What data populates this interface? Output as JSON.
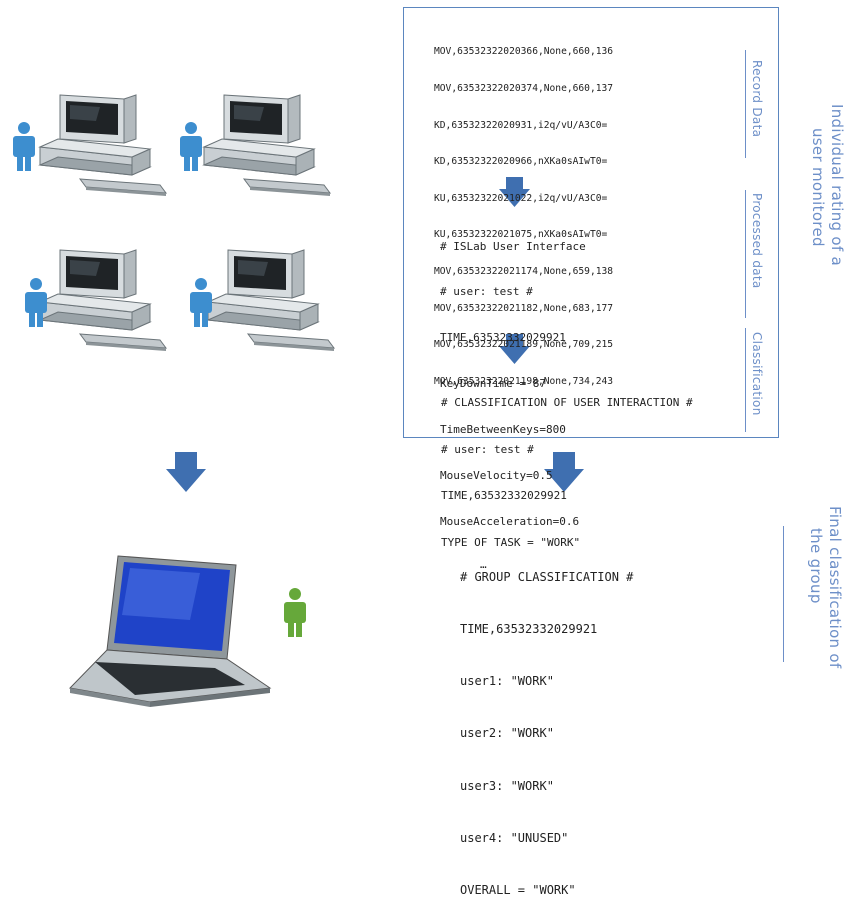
{
  "record_data": {
    "label": "Record Data",
    "lines": [
      "MOV,63532322020366,None,660,136",
      "MOV,63532322020374,None,660,137",
      "KD,63532322020931,i2q/vU/A3C0=",
      "KD,63532322020966,nXKa0sAIwT0=",
      "KU,63532322021022,i2q/vU/A3C0=",
      "KU,63532322021075,nXKa0sAIwT0=",
      "MOV,63532322021174,None,659,138",
      "MOV,63532322021182,None,683,177",
      "MOV,63532322021189,None,709,215",
      "MOV,63532322021198,None,734,243"
    ]
  },
  "processed_data": {
    "label": "Processed data",
    "lines": [
      "# ISLab User Interface",
      "# user: test #",
      "TIME,63532332029921",
      "KeyDownTime = 87",
      "TimeBetweenKeys=800",
      "MouseVelocity=0.5",
      "MouseAcceleration=0.6",
      "…"
    ]
  },
  "classification": {
    "label": "Classification",
    "lines": [
      "# CLASSIFICATION OF USER INTERACTION #",
      "# user: test #",
      "TIME,63532332029921",
      "TYPE OF TASK = \"WORK\""
    ]
  },
  "individual_rating_label": [
    "Individual rating of a",
    "user monitored"
  ],
  "group_classification": {
    "lines": [
      "# GROUP CLASSIFICATION #",
      "TIME,63532332029921",
      "user1: \"WORK\"",
      "user2: \"WORK\"",
      "user3: \"WORK\"",
      "user4: \"UNUSED\"",
      "OVERALL = \"WORK\""
    ]
  },
  "final_label": [
    "Final classification of",
    "the group"
  ],
  "colors": {
    "arrow": "#3f6fb0",
    "label": "#6d8fc8",
    "box_border": "#5b86bf",
    "user_blue": "#3d8ecf",
    "user_green": "#66a83a"
  }
}
